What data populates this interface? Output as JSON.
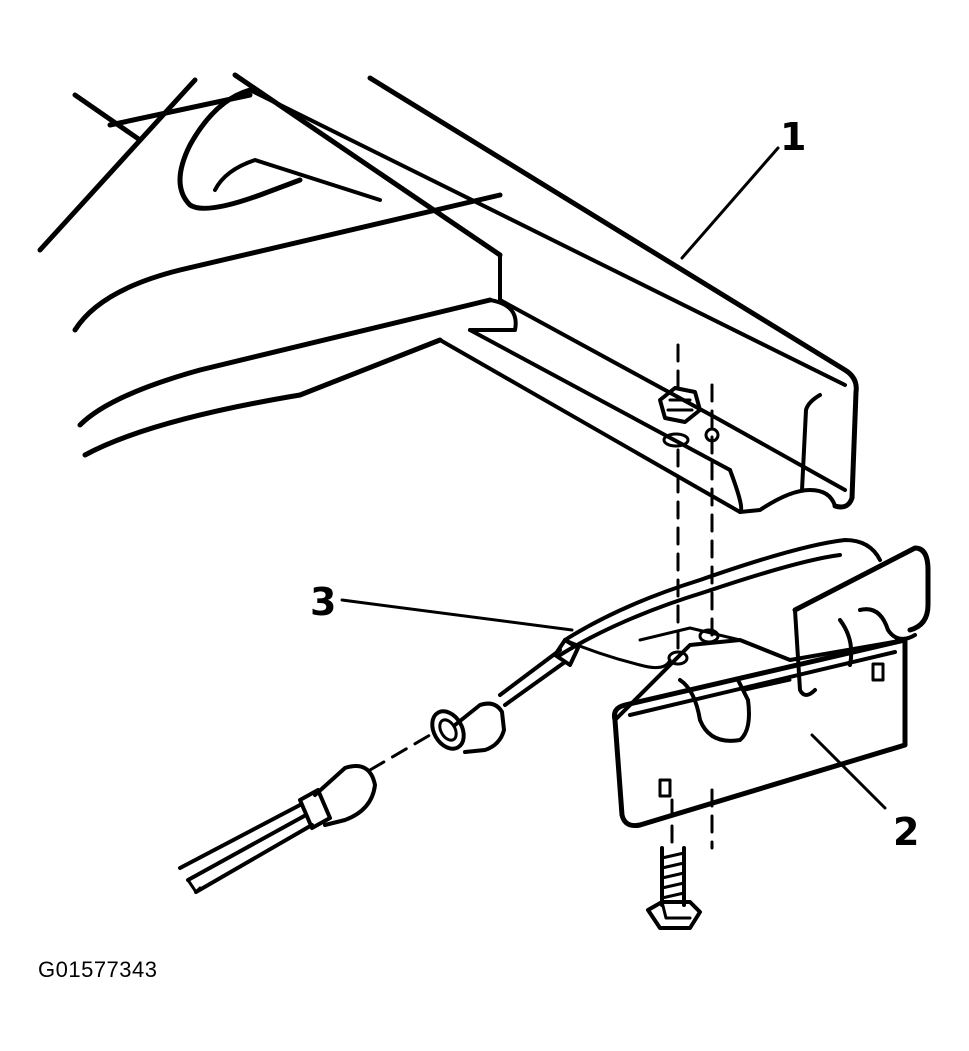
{
  "callouts": {
    "frame": "1",
    "bracket": "2",
    "harness": "3"
  },
  "figure_id": "G01577343"
}
